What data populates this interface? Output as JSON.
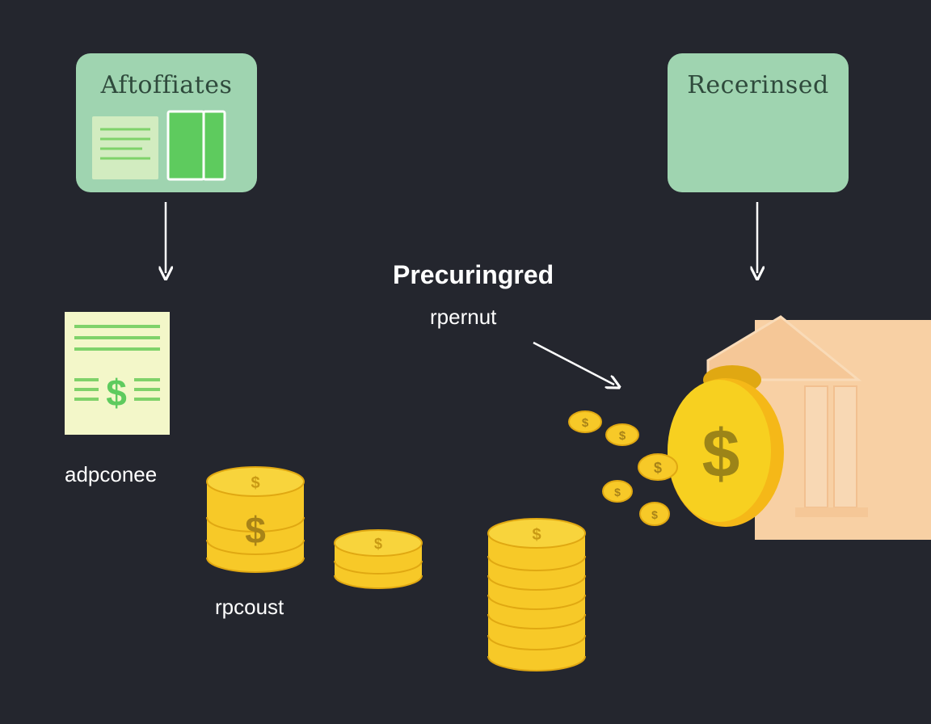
{
  "diagram": {
    "left_box": {
      "title": "Aftoffiates"
    },
    "right_box": {
      "title": "Recerinsed"
    },
    "flow_label": {
      "title": "Precuringred",
      "subtitle": "rpernut"
    },
    "invoice_label": "adpconee",
    "coins_label": "rpcoust",
    "currency_symbol": "$"
  },
  "colors": {
    "background": "#24262e",
    "box_green": "#9fd4b0",
    "accent_green": "#5ecb5e",
    "paper": "#f3f7c9",
    "coin": "#f7c928",
    "coin_dark": "#e0a812",
    "bank": "#f8d0a4"
  }
}
